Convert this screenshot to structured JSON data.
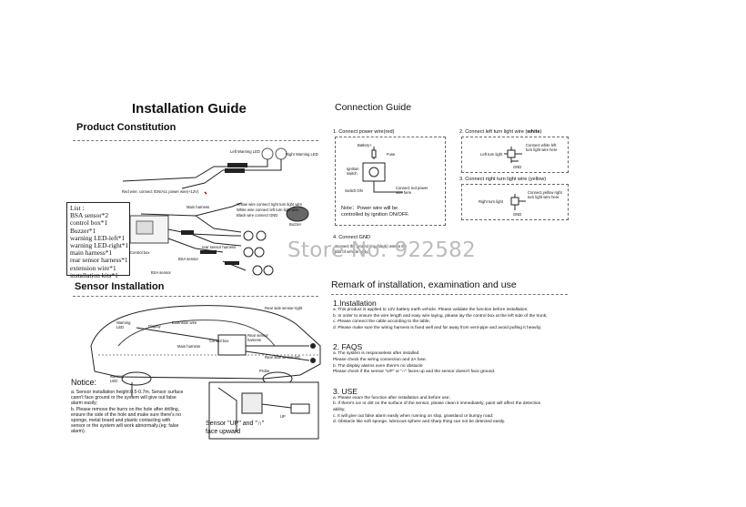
{
  "header": {
    "title": "Installation Guide",
    "product": "Product Constitution",
    "connection": "Connection Guide"
  },
  "product_diagram": {
    "left_led": "Left Warning LED",
    "right_led": "Right Warning LED",
    "red_wire": "Red wire: connect IGN/Acc power wire(+12V)",
    "main_harness": "Main harness",
    "yellow_wire": "Yellow wire connect right turn light wire",
    "white_wire": "White wire connect left turn light wire",
    "black_wire": "Black wire connect GND",
    "buzzer": "Buzzer",
    "control_box": "Control box",
    "rear_sensor_harness": "rear sensor harness",
    "bsa_sensor_a": "BSA sensor",
    "bsa_sensor_b": "BSA sensor"
  },
  "parts_list": [
    "List :",
    "BSA sensor*2",
    "control box*1",
    "Buzzer*1",
    "warning LED-left*1",
    "warning LED-right*1",
    "main harness*1",
    "rear sensor harness*1",
    "extension wire*1",
    "installation kits*1"
  ],
  "connection": {
    "power": {
      "step": "1. Connect power wire(red)",
      "battery": "Battery+",
      "fuse": "Fuse",
      "ignition": "Ignition switch",
      "switch": "Switch:ON",
      "connect": "Connect red power wire here",
      "note1": "Note：Power wire will be",
      "note2": "controlled by ignition ON/OFF."
    },
    "left": {
      "step": "2. Connect left turn light wire (",
      "color": "white",
      "close": ")",
      "light": "Left turn light",
      "connect": "Connect white left turn light wire here",
      "gnd": "GND"
    },
    "right": {
      "step": "3. Connect right turn light wire (yellow)",
      "light": "Right turn light",
      "connect": "Connect yellow right turn light wire here",
      "gnd": "GND"
    },
    "gnd": {
      "step": "4. Connect GND",
      "text1": "Connect the ground ring (black) wire to the",
      "text2": "part of vehicle body."
    }
  },
  "watermark": "Store No: 922582",
  "sensor": {
    "title": "Sensor Installation",
    "warning_led": "Warning LED",
    "display": "Display",
    "extension_wire": "Extension wire",
    "main_harness": "Main harness",
    "control_box": "Control box",
    "rear_sensor_harness": "Rear sensor harness",
    "rear_right": "Rear side sensor-right",
    "rear_left": "Rear side sensor-left",
    "warning_led2": "warning LED",
    "probe": "Probe",
    "up_caption1": "Sensor \"UP\" and \"∩\"",
    "up_caption2": "face upward",
    "up_label": "UP"
  },
  "notice": {
    "title": "Notice:",
    "lines": [
      "a. Sensor installation height:0.5-0.7m. Sensor surface",
      "cann't face ground or the system will give out false",
      "alarm easily;",
      "b. Please remove the burrs on the hole after drilling,",
      "ensure the side of the hole and make sure there's no",
      "sponge, metal board and plastic contacting with",
      "sensor or the system will work abnormally.(eg: false",
      "alarm)."
    ]
  },
  "remark": {
    "title": "Remark of installation, examination and use",
    "s1": "1.Installation",
    "s1_lines": [
      "a. This product is applied to 12V battery earth vehicle. Please validate the function before installation;",
      "b. In order to ensure the wire length and easy wire laying, please lay the control box at the left side of the trunk;",
      "c. Please connect the cable according to the lable;",
      "d. Please make sure the wiring harness is fixed well and far away from vent-pipe and avoid pulling it heavily;"
    ],
    "s2": "2. FAQS",
    "s2_lines": [
      "a. The system is responseless after installed",
      "    Please check the wiring connection and 2A fuse.",
      "b. The display alarms even there's no obstacle",
      "    Please check if the sensor \"UP\" or \"∩\" faces up and the sensor doesn't face ground."
    ],
    "s3": "3. USE",
    "s3_lines": [
      "a. Please exam the function after installation and before use;",
      "b. If there's ice or dirt on the surface of the sensor, please clean it immediately; paint will affect the detection",
      "    ability;",
      "c. It will give out false alarm easily when running on slop, grassland or bumpy road;",
      "d. Obstacle like soft sponge, lubricous sphere and sharp thing can not be detected easily."
    ]
  }
}
